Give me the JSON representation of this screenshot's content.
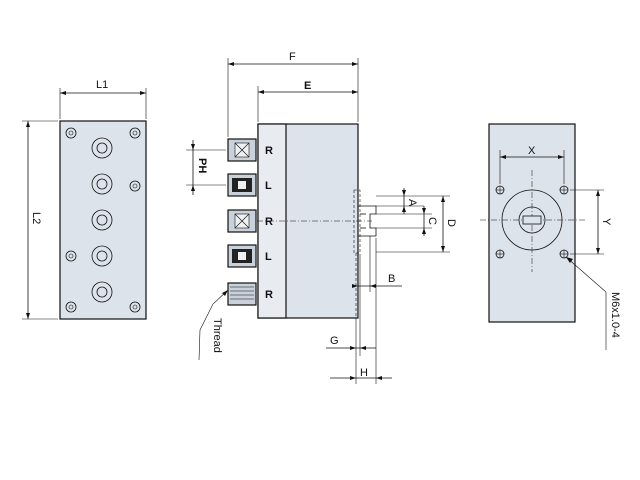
{
  "front_view": {
    "width_label": "L1",
    "height_label": "L2"
  },
  "side_view": {
    "overall_length_label": "F",
    "body_length_label": "E",
    "pitch_label": "PH",
    "port_labels": [
      "R",
      "L",
      "R",
      "L",
      "R"
    ],
    "thread_label": "Thread",
    "dim_a": "A",
    "dim_b": "B",
    "dim_c": "C",
    "dim_d": "D",
    "dim_g": "G",
    "dim_h": "H"
  },
  "end_view": {
    "hole_spacing_x_label": "X",
    "hole_spacing_y_label": "Y",
    "mount_thread_label": "M6x1.0-4"
  },
  "colors": {
    "body_fill": "#dde3ea",
    "line": "#111111"
  }
}
